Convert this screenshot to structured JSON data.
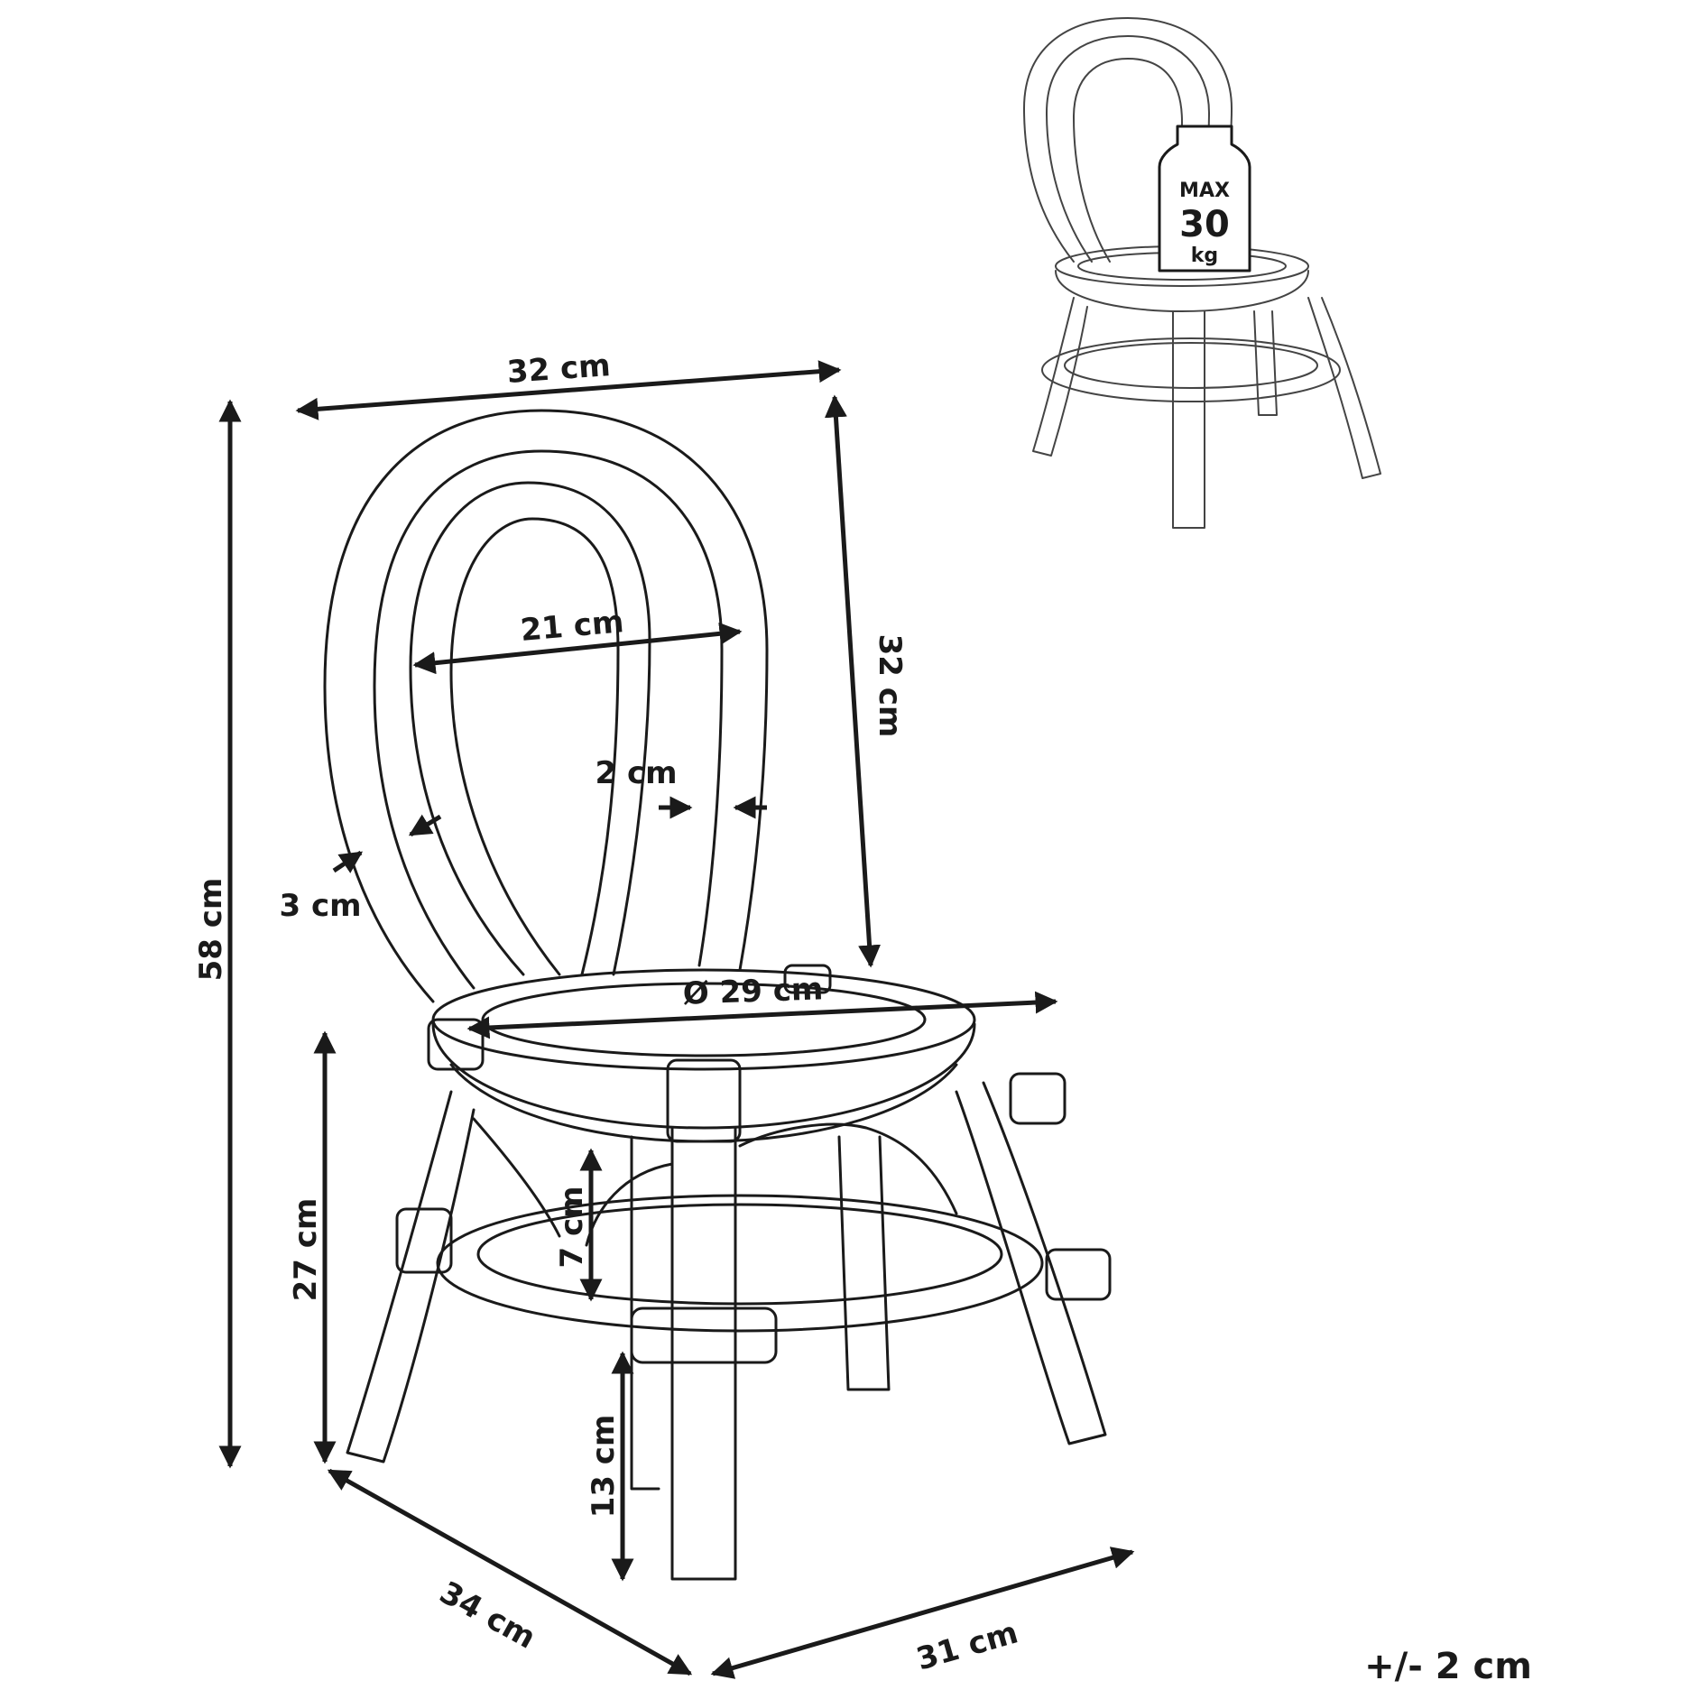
{
  "dimensions": {
    "width_top": "32 cm",
    "height_total": "58 cm",
    "back_height": "32 cm",
    "back_inner_width": "21 cm",
    "frame_thickness_inner": "2 cm",
    "frame_thickness_outer": "3 cm",
    "seat_diameter": "Ø 29 cm",
    "seat_height": "27 cm",
    "ring_gap": "7 cm",
    "ring_height": "13 cm",
    "depth": "34 cm",
    "width_bottom": "31 cm"
  },
  "load_badge": {
    "line1": "MAX",
    "line2": "30",
    "line3": "kg"
  },
  "tolerance": "+/- 2 cm",
  "colors": {
    "ink": "#1a1a1a",
    "paper": "#ffffff"
  }
}
